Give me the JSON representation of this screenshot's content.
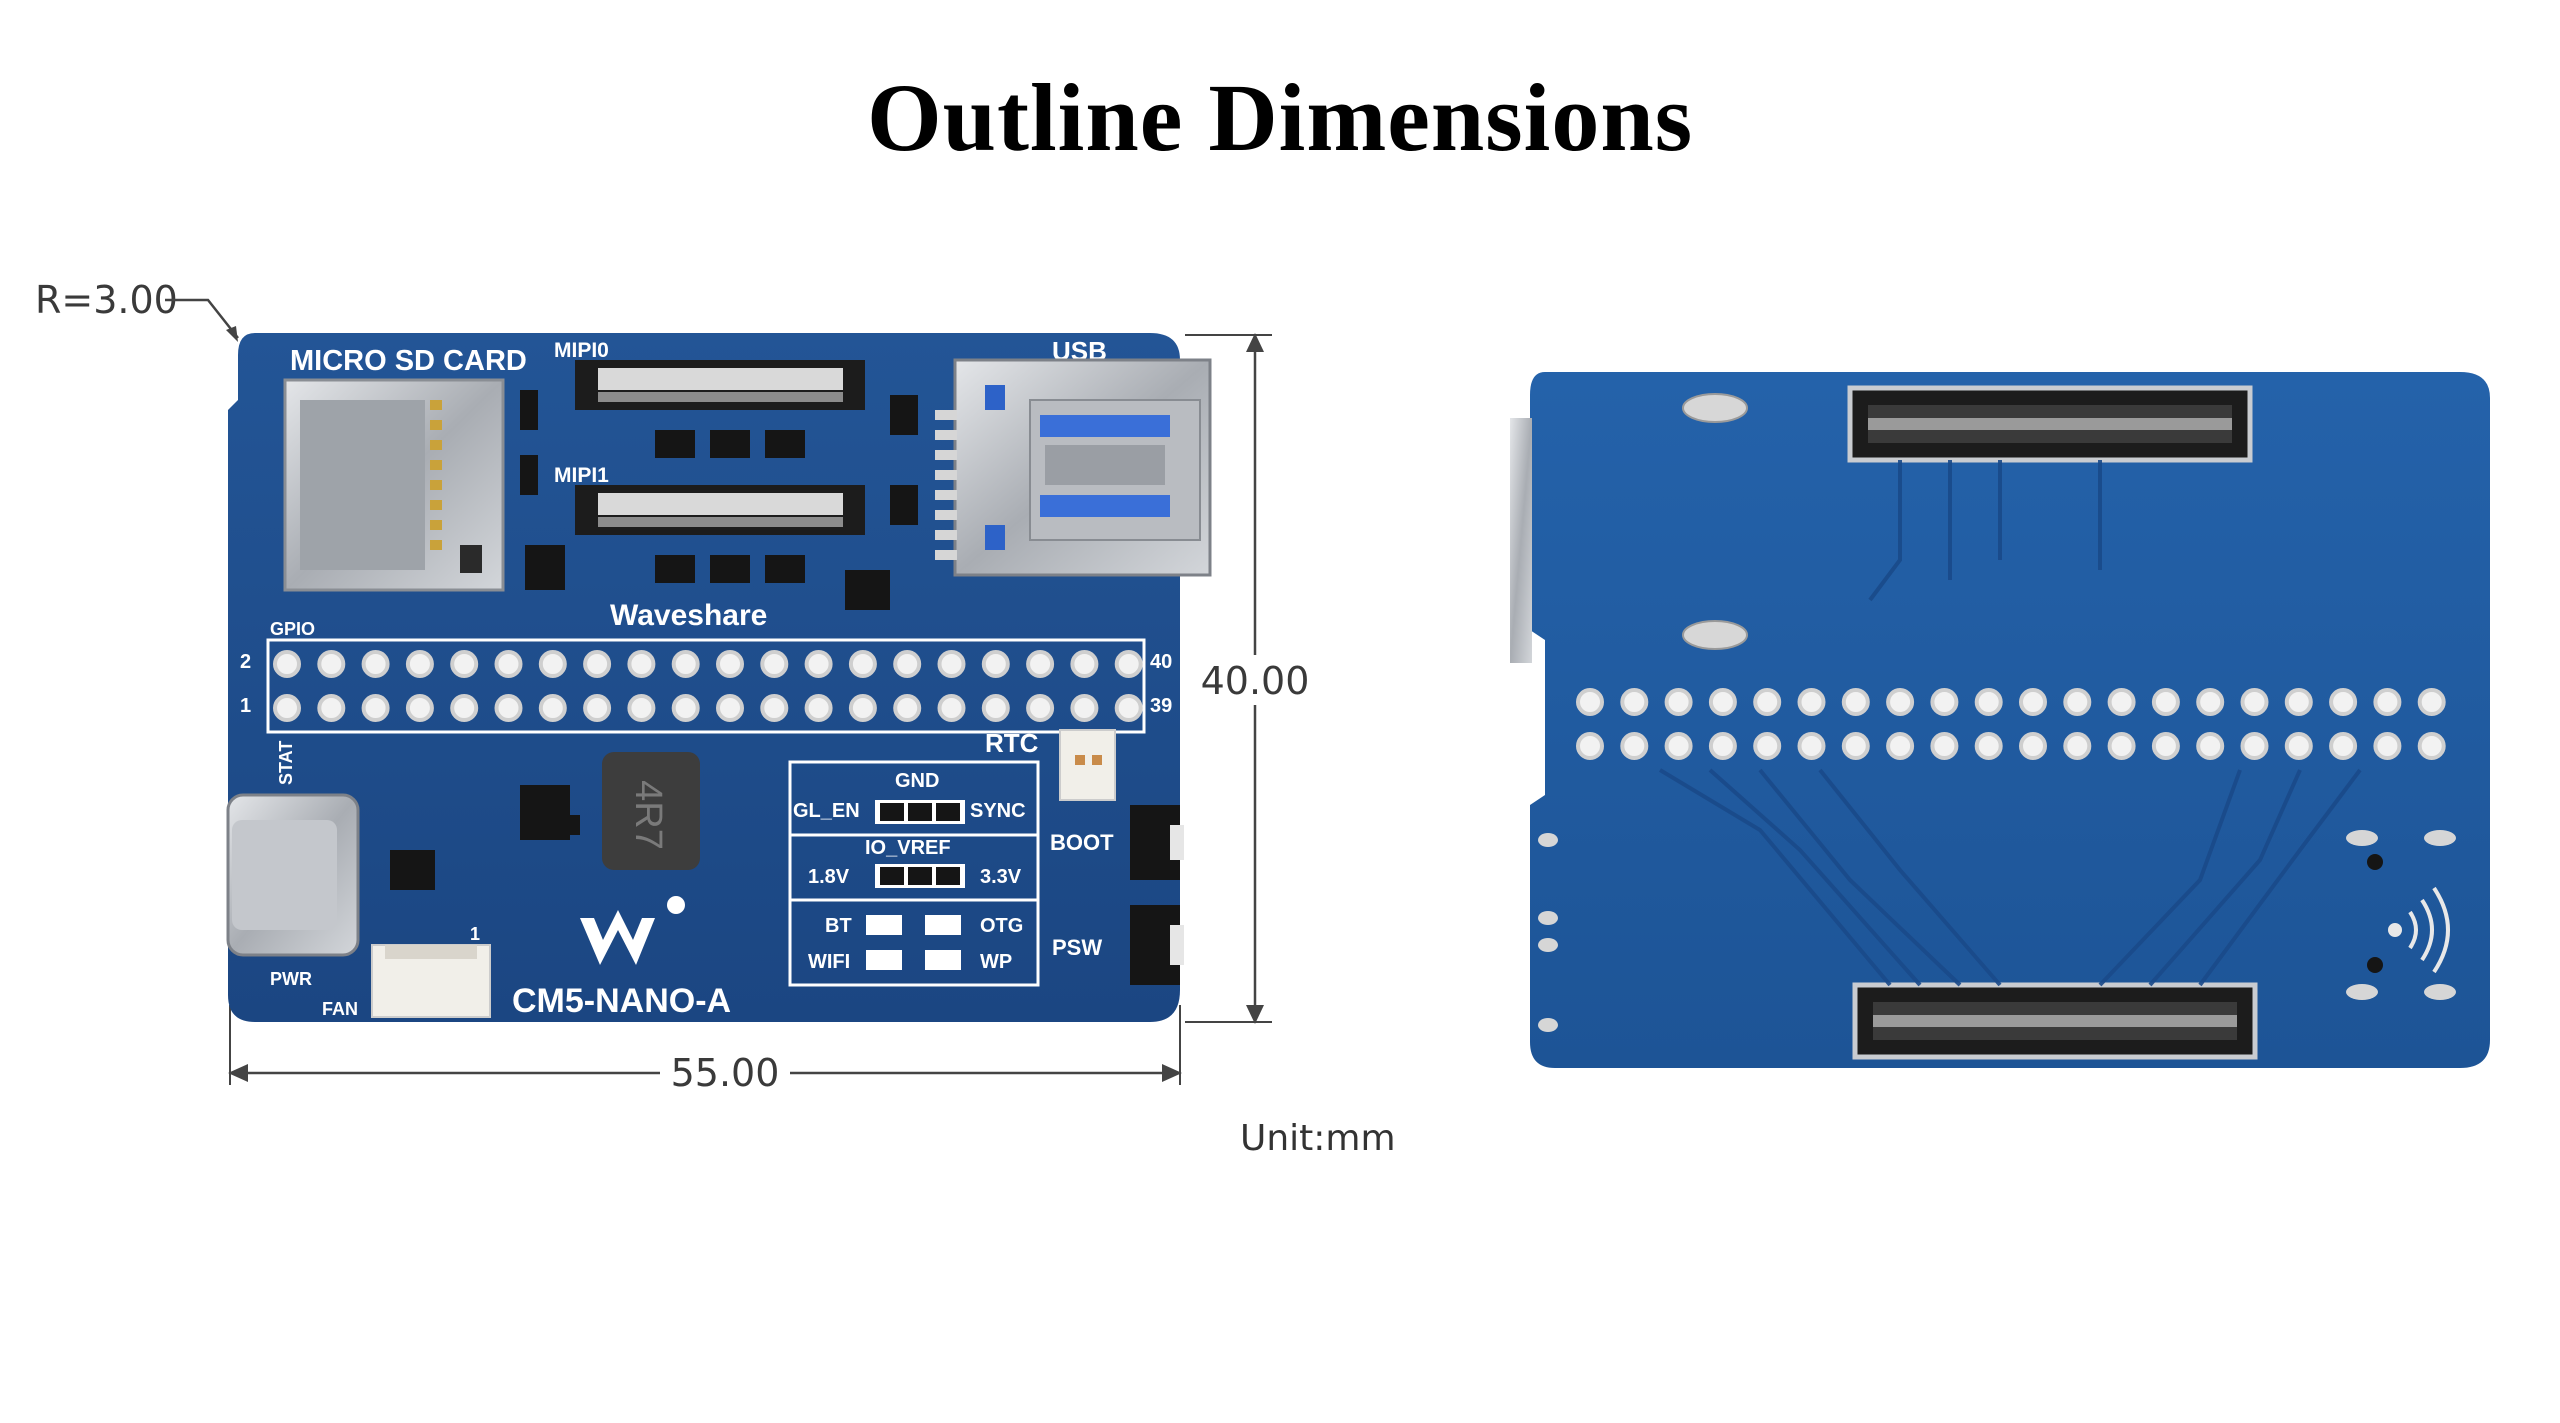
{
  "title": "Outline Dimensions",
  "unit_label": "Unit:mm",
  "dimensions": {
    "radius": "R=3.00",
    "height": "40.00",
    "width": "55.00"
  },
  "front_board": {
    "labels": {
      "sd": "MICRO SD CARD",
      "mipi0": "MIPI0",
      "mipi1": "MIPI1",
      "usb": "USB",
      "waveshare": "Waveshare",
      "gpio": "GPIO",
      "pin2": "2",
      "pin1": "1",
      "pin40": "40",
      "pin39": "39",
      "rtc": "RTC",
      "stat": "STAT",
      "gnd": "GND",
      "gl_en": "GL_EN",
      "sync": "SYNC",
      "io_vref": "IO_VREF",
      "v18": "1.8V",
      "v33": "3.3V",
      "boot": "BOOT",
      "bt": "BT",
      "otg": "OTG",
      "wifi": "WIFI",
      "wp": "WP",
      "psw": "PSW",
      "pwr": "PWR",
      "fan": "FAN",
      "fan_pin1": "1",
      "inductor": "4R7",
      "model": "CM5-NANO-A"
    }
  },
  "colors": {
    "pcb": "#1f4f8f",
    "pcb_back": "#1e5aa0",
    "silk": "#ffffff",
    "metal": "#b8bcc2",
    "pad": "#e6e6e6"
  }
}
